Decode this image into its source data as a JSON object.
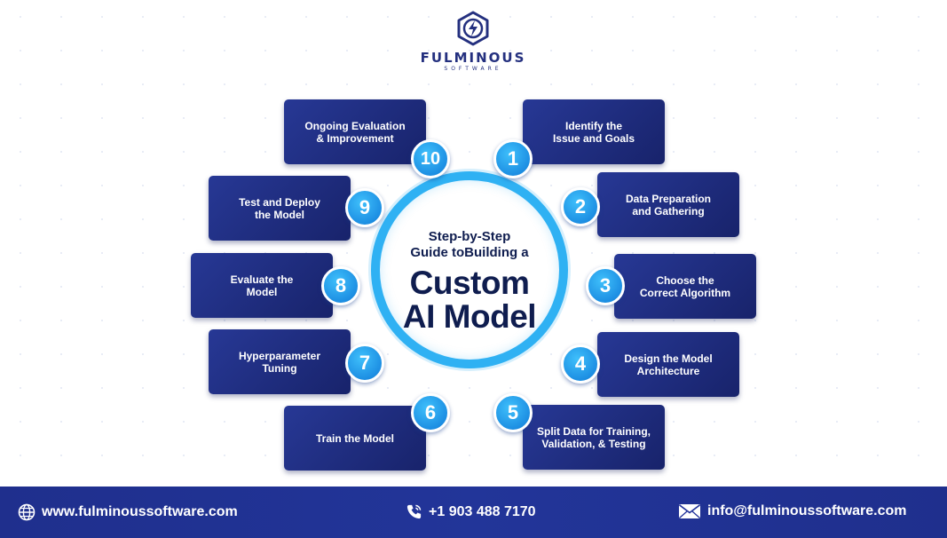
{
  "brand": {
    "name": "FULMINOUS",
    "tagline": "SOFTWARE",
    "color": "#24307f"
  },
  "center": {
    "subtitle_line1": "Step-by-Step",
    "subtitle_line2": "Guide toBuilding a",
    "title_line1": "Custom",
    "title_line2": "AI Model"
  },
  "steps": [
    {
      "number": "1",
      "line1": "Identify the",
      "line2": "Issue and Goals"
    },
    {
      "number": "2",
      "line1": "Data Preparation",
      "line2": "and Gathering"
    },
    {
      "number": "3",
      "line1": "Choose the",
      "line2": "Correct Algorithm"
    },
    {
      "number": "4",
      "line1": "Design the Model",
      "line2": "Architecture"
    },
    {
      "number": "5",
      "line1": "Split Data for Training,",
      "line2": "Validation, & Testing"
    },
    {
      "number": "6",
      "line1": "Train the Model",
      "line2": ""
    },
    {
      "number": "7",
      "line1": "Hyperparameter",
      "line2": "Tuning"
    },
    {
      "number": "8",
      "line1": "Evaluate the",
      "line2": "Model"
    },
    {
      "number": "9",
      "line1": "Test and Deploy",
      "line2": "the Model"
    },
    {
      "number": "10",
      "line1": "Ongoing Evaluation",
      "line2": "& Improvement"
    }
  ],
  "footer": {
    "website": "www.fulminoussoftware.com",
    "phone": "+1 903 488 7170",
    "email": "info@fulminoussoftware.com",
    "icons": [
      "globe-icon",
      "phone-icon",
      "mail-icon"
    ]
  },
  "colors": {
    "card": "#1f2c7d",
    "badge": "#2aa7f0",
    "ring": "#2fb1f3",
    "footer": "#21329a",
    "text_dark": "#0f1d4f"
  }
}
